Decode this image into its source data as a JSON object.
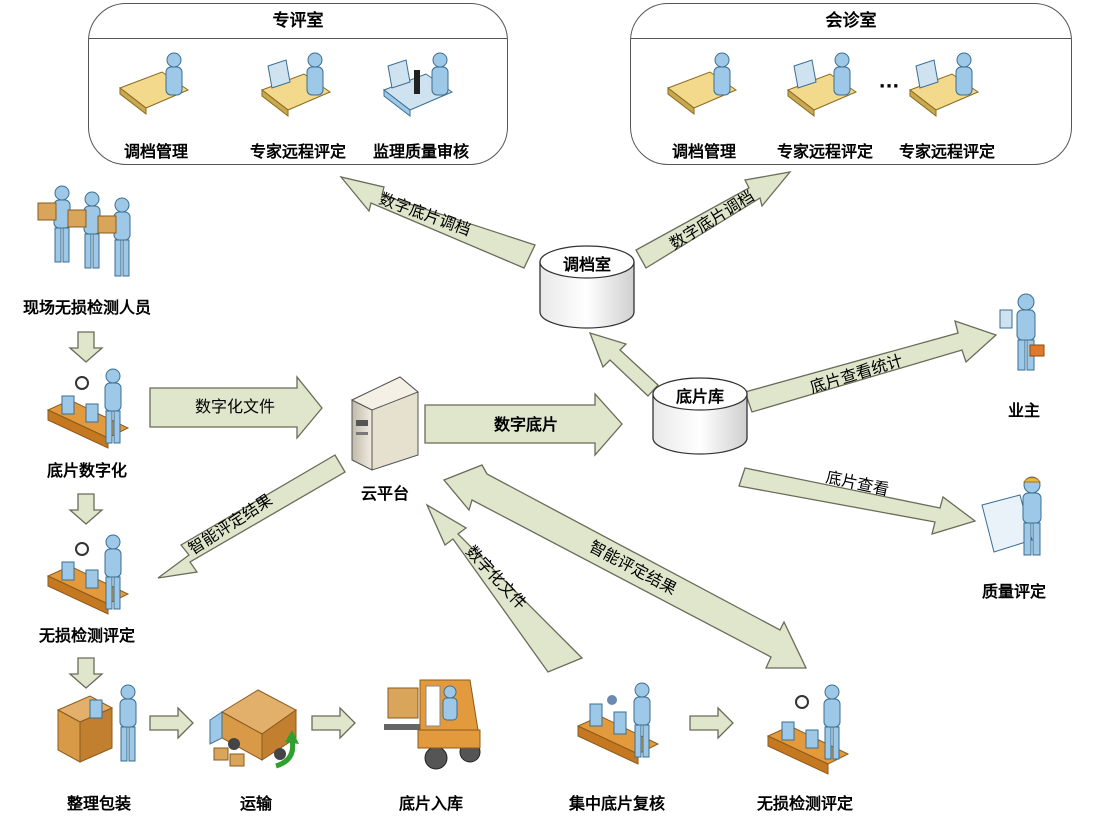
{
  "panels": {
    "expert_room": {
      "title": "专评室",
      "items": [
        "调档管理",
        "专家远程评定",
        "监理质量审核"
      ]
    },
    "consult_room": {
      "title": "会诊室",
      "items": [
        "调档管理",
        "专家远程评定",
        "专家远程评定"
      ],
      "ellipsis": "···"
    }
  },
  "nodes": {
    "archive_room": "调档室",
    "film_library": "底片库",
    "cloud": "云平台",
    "owner": "业主",
    "quality": "质量评定",
    "field_staff": "现场无损检测人员",
    "digitize": "底片数字化",
    "ndt_left": "无损检测评定",
    "package": "整理包装",
    "transport": "运输",
    "storage": "底片入库",
    "central_review": "集中底片复核",
    "ndt_bottom": "无损检测评定"
  },
  "arrows": {
    "to_expert": "数字底片调档",
    "to_consult": "数字底片调档",
    "digital_file_up": "数字化文件",
    "digital_film": "数字底片",
    "smart_result_left": "智能评定结果",
    "owner_stats": "底片查看统计",
    "film_view": "底片查看",
    "digital_file_bottom": "数字化文件",
    "smart_result_bottom": "智能评定结果"
  },
  "colors": {
    "arrow_fill": "#dfe6cc",
    "arrow_stroke": "#6b6b5a",
    "person": "#9ec8e8",
    "conveyor": "#e39a3c",
    "box": "#d9a55b"
  }
}
